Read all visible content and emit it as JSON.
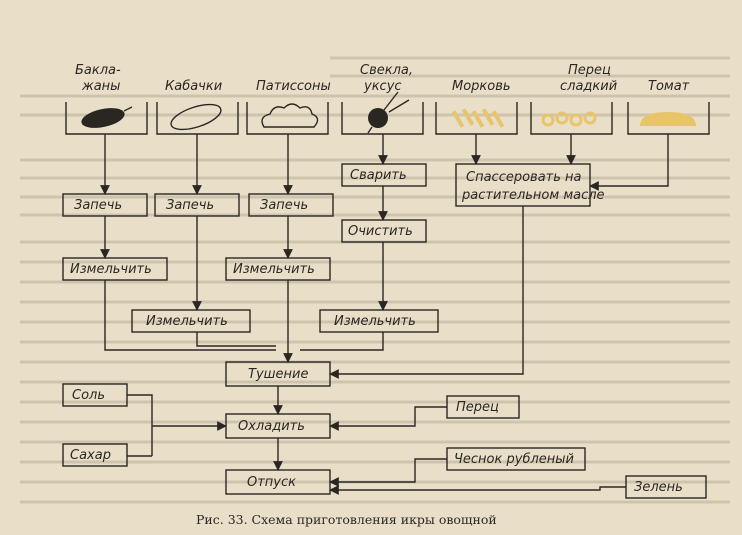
{
  "ingredients": [
    {
      "name": "Бакла-",
      "name2": "жаны"
    },
    {
      "name": "Кабачки"
    },
    {
      "name": "Патиссоны"
    },
    {
      "name": "Свекла,",
      "name2": "уксус"
    },
    {
      "name": "Морковь"
    },
    {
      "name": "Перец",
      "name2": "сладкий"
    },
    {
      "name": "Томат"
    }
  ],
  "steps": {
    "bake1": "Запечь",
    "bake2": "Запечь",
    "bake3": "Запечь",
    "boil": "Сварить",
    "saute1": "Спассеровать на",
    "saute2": "растительном масле",
    "peel": "Очистить",
    "chop1": "Измельчить",
    "chop3": "Измельчить",
    "chop2": "Измельчить",
    "chop4": "Измельчить",
    "stew": "Тушение",
    "salt": "Соль",
    "pepper": "Перец",
    "cool": "Охладить",
    "sugar": "Сахар",
    "garlic": "Чеснок рубленый",
    "serve": "Отпуск",
    "greens": "Зелень"
  },
  "caption": "Рис. 33. Схема приготовления икры овощной",
  "colors": {
    "paper": "#e9dfc9",
    "ink": "#2a2622",
    "accent": "#e8c46a"
  }
}
